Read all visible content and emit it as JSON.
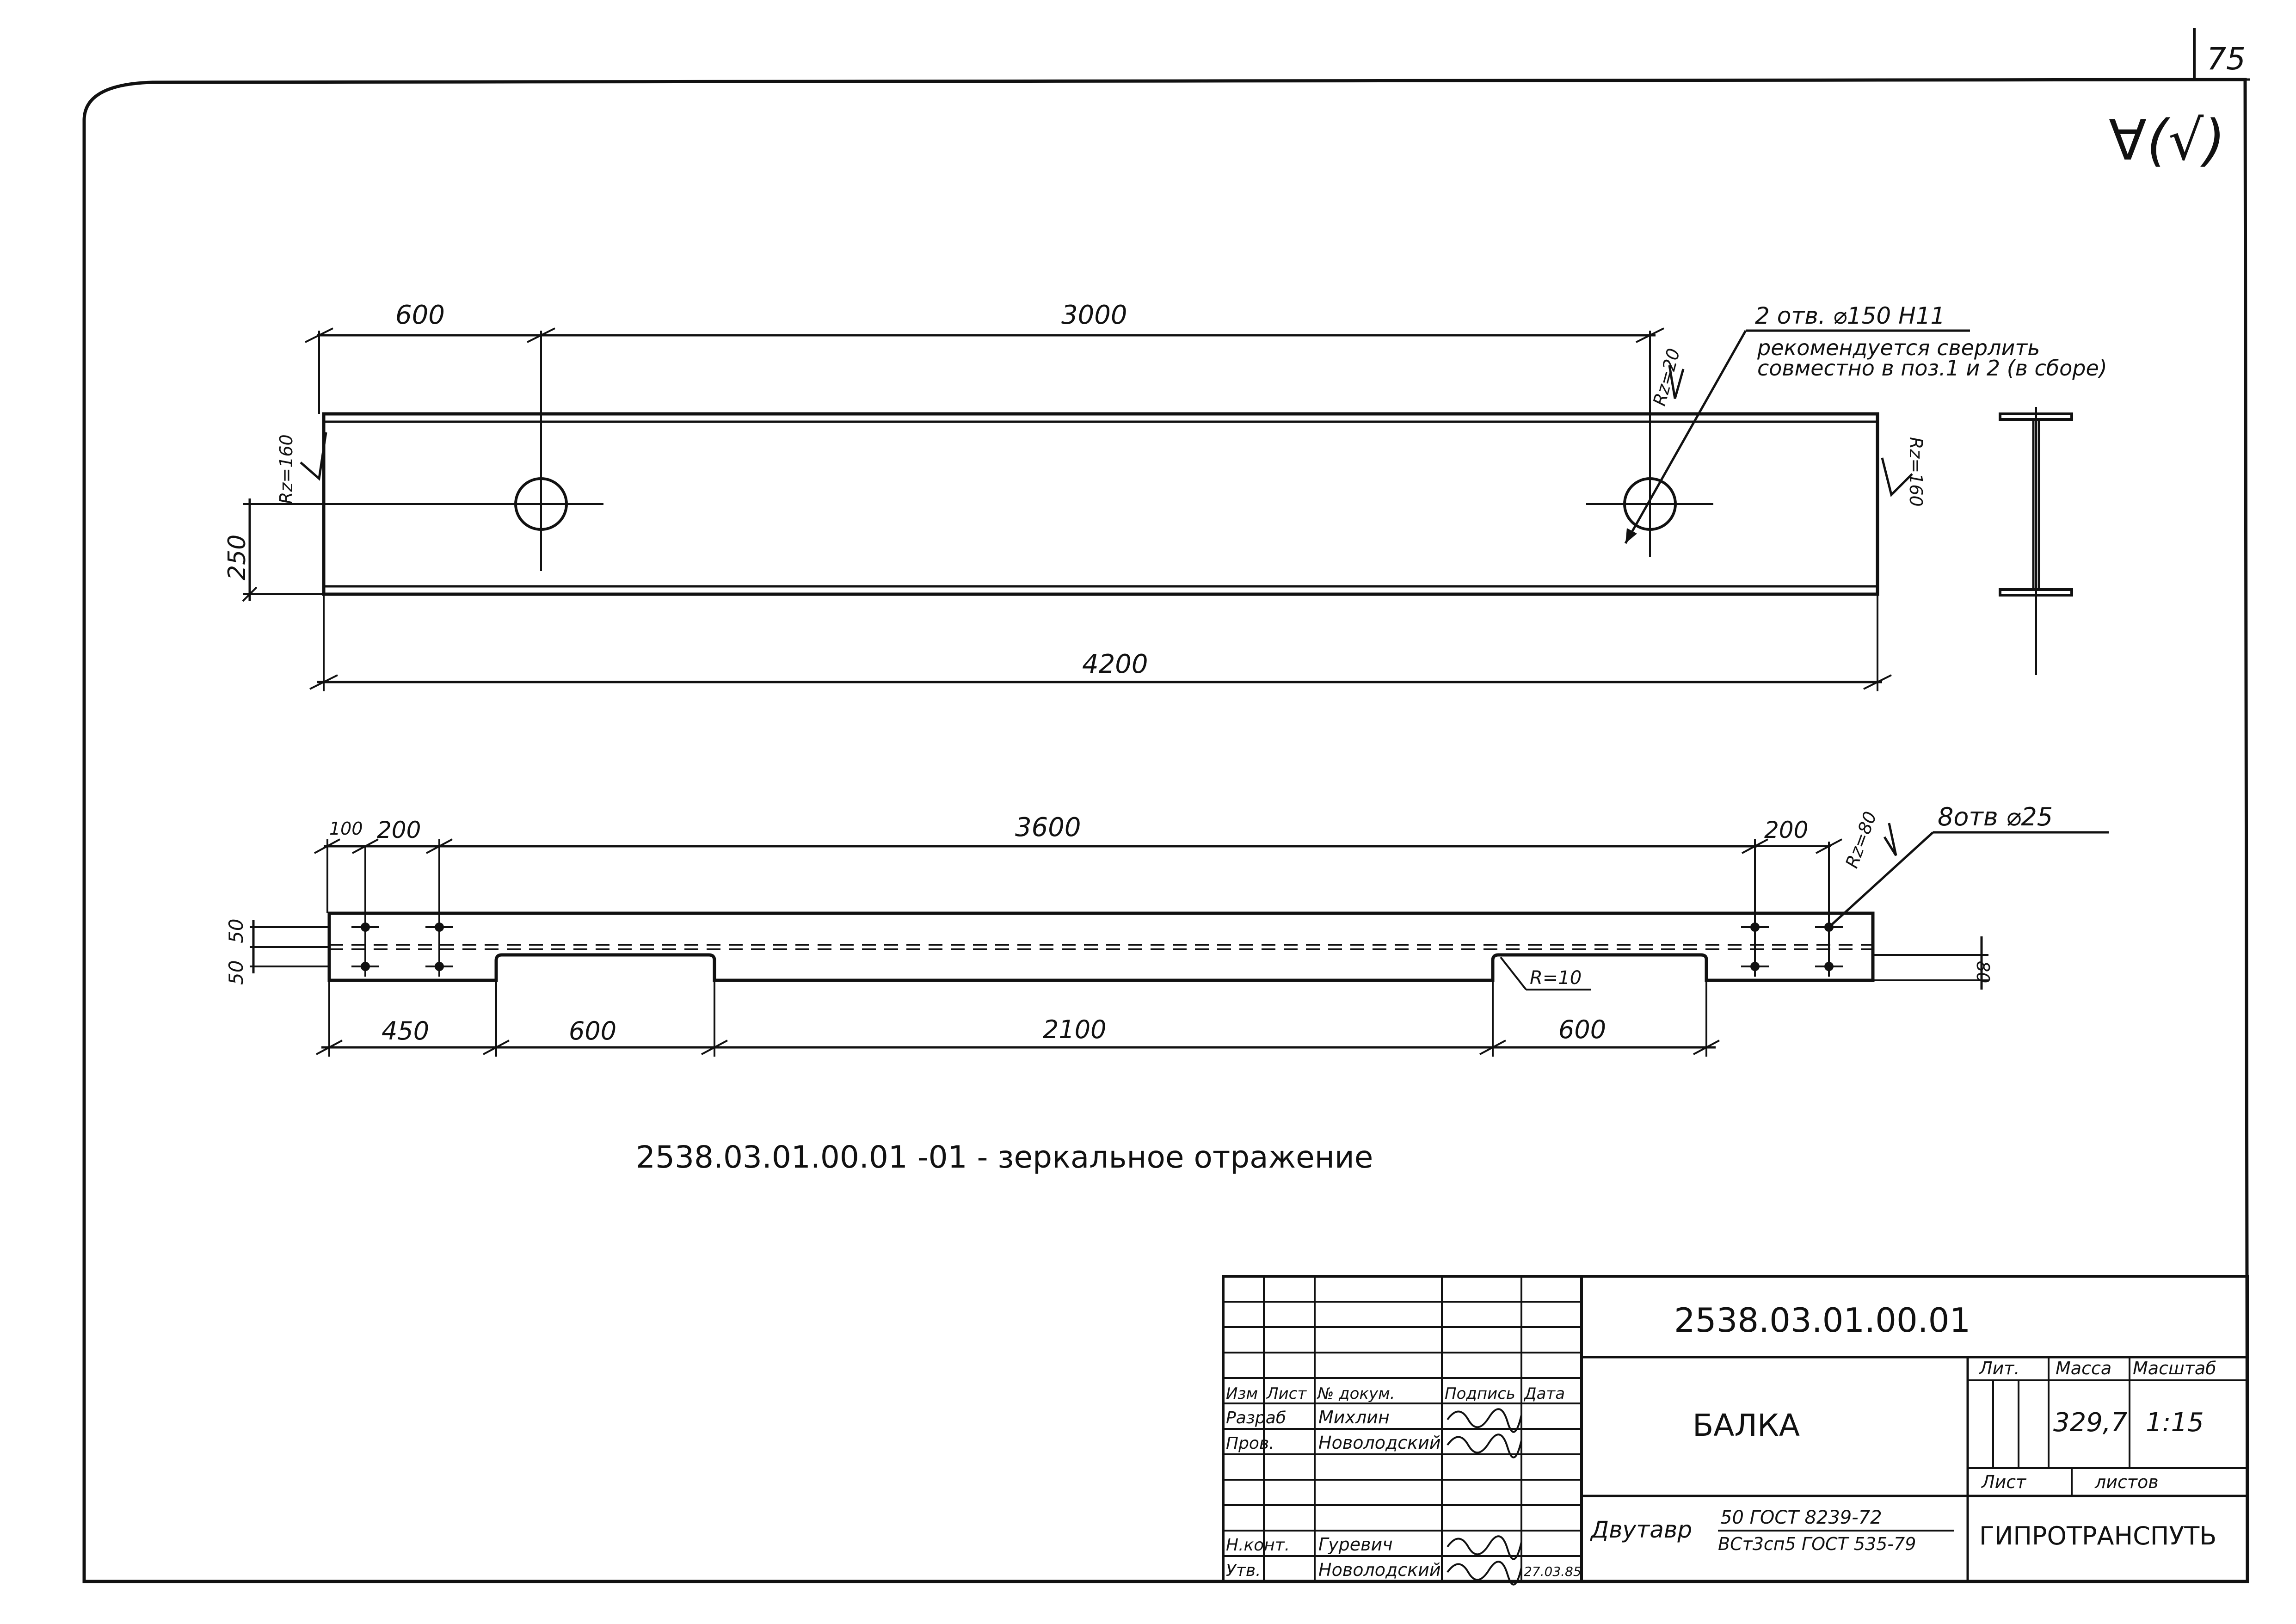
{
  "sheet": {
    "page_number": "75",
    "roughness_symbol": "∀(√)"
  },
  "front_view": {
    "dims": {
      "left_offset": "600",
      "hole_spacing": "3000",
      "overall_length": "4200",
      "height": "250"
    },
    "roughness_left": "Rz=160",
    "roughness_right": "Rz=160",
    "roughness_hole": "Rz=20",
    "hole_note_line1": "2 отв. ⌀150 H11",
    "hole_note_line2": "рекомендуется сверлить",
    "hole_note_line3": "совместно в поз.1 и 2 (в сборе)"
  },
  "plan_view": {
    "dims": {
      "edge_offset": "100",
      "hole_pitch_left": "200",
      "hole_span": "3600",
      "hole_pitch_right": "200",
      "flange_offset_a": "50",
      "flange_offset_b": "50",
      "notch_depth": "80",
      "seg_left": "450",
      "notch_left": "600",
      "seg_middle": "2100",
      "notch_right": "600"
    },
    "roughness": "Rz=80",
    "hole_note": "8отв ⌀25",
    "radius_note": "R=10"
  },
  "mirror_note": "2538.03.01.00.01 -01 - зеркальное отражение",
  "title_block": {
    "designation": "2538.03.01.00.01",
    "part_name": "БАЛКА",
    "material_label": "Двутавр",
    "material_top": "50 ГОСТ 8239-72",
    "material_bottom": "ВСт3сп5 ГОСТ 535-79",
    "organization": "ГИПРОТРАНСПУТЬ",
    "col_headers": {
      "lit": "Лит.",
      "mass": "Масса",
      "scale": "Масштаб"
    },
    "mass_value": "329,7",
    "scale_value": "1:15",
    "sheet_label": "Лист",
    "sheets_label": "листов",
    "change_headers": [
      "Изм",
      "Лист",
      "№ докум.",
      "Подпись",
      "Дата"
    ],
    "signatures": [
      {
        "role": "Разраб",
        "name": "Михлин",
        "date": ""
      },
      {
        "role": "Пров.",
        "name": "Новолодский",
        "date": ""
      },
      {
        "role": "Н.конт.",
        "name": "Гуревич",
        "date": ""
      },
      {
        "role": "Утв.",
        "name": "Новолодский",
        "date": "27.03.85"
      }
    ]
  }
}
